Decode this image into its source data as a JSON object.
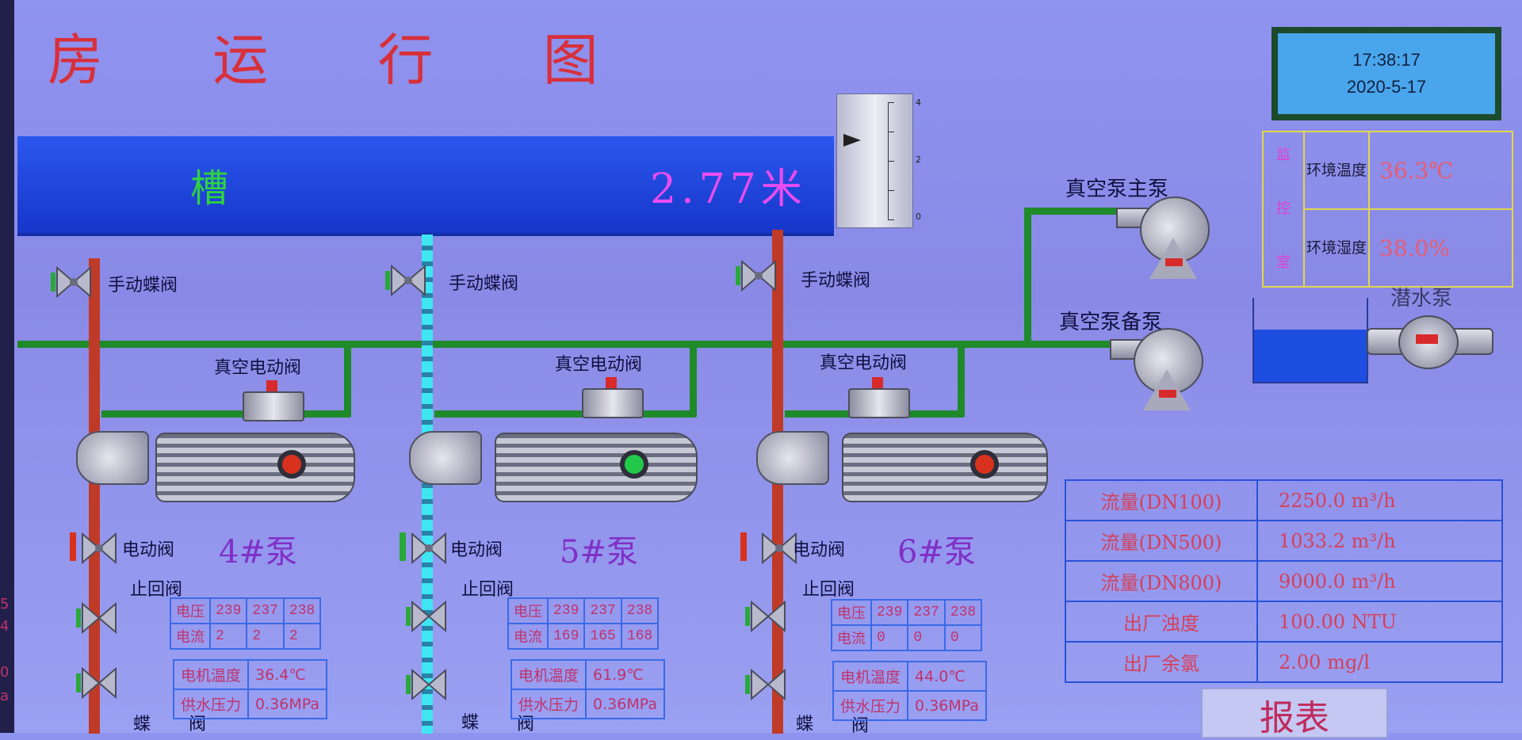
{
  "title": "房 运 行 图",
  "tank": {
    "label": "槽",
    "level": "2.77米"
  },
  "gauge": {
    "ticks": [
      "4",
      "2",
      "0"
    ]
  },
  "clock": {
    "time": "17:38:17",
    "date": "2020-5-17"
  },
  "monitor": {
    "side_chars": [
      "监",
      "控",
      "室"
    ],
    "rows": [
      {
        "name": "环境温度",
        "value": "36.3℃"
      },
      {
        "name": "环境湿度",
        "value": "38.0%"
      }
    ]
  },
  "vacuum": {
    "main_label": "真空泵主泵",
    "backup_label": "真空泵备泵"
  },
  "submersible": {
    "label": "潜水泵"
  },
  "pumps": [
    {
      "name": "4#泵",
      "manual_valve": "手动蝶阀",
      "vac_valve": "真空电动阀",
      "electric_valve": "电动阀",
      "check_valve": "止回阀",
      "butterfly_a": "蝶",
      "butterfly_b": "阀",
      "voltage_label": "电压",
      "voltage": [
        "239",
        "237",
        "238"
      ],
      "current_label": "电流",
      "current": [
        "2",
        "2",
        "2"
      ],
      "motor_temp_label": "电机温度",
      "motor_temp": "36.4℃",
      "pressure_label": "供水压力",
      "pressure": "0.36MPa",
      "status_color": "#d8321e"
    },
    {
      "name": "5#泵",
      "manual_valve": "手动蝶阀",
      "vac_valve": "真空电动阀",
      "electric_valve": "电动阀",
      "check_valve": "止回阀",
      "butterfly_a": "蝶",
      "butterfly_b": "阀",
      "voltage_label": "电压",
      "voltage": [
        "239",
        "237",
        "238"
      ],
      "current_label": "电流",
      "current": [
        "169",
        "165",
        "168"
      ],
      "motor_temp_label": "电机温度",
      "motor_temp": "61.9℃",
      "pressure_label": "供水压力",
      "pressure": "0.36MPa",
      "status_color": "#22c84a"
    },
    {
      "name": "6#泵",
      "manual_valve": "手动蝶阀",
      "vac_valve": "真空电动阀",
      "electric_valve": "电动阀",
      "check_valve": "止回阀",
      "butterfly_a": "蝶",
      "butterfly_b": "阀",
      "voltage_label": "电压",
      "voltage": [
        "239",
        "237",
        "238"
      ],
      "current_label": "电流",
      "current": [
        "0",
        "0",
        "0"
      ],
      "motor_temp_label": "电机温度",
      "motor_temp": "44.0℃",
      "pressure_label": "供水压力",
      "pressure": "0.36MPa",
      "status_color": "#d8321e"
    }
  ],
  "flow_table": [
    {
      "name": "流量(DN100)",
      "value": "2250.0 m³/h"
    },
    {
      "name": "流量(DN500)",
      "value": "1033.2 m³/h"
    },
    {
      "name": "流量(DN800)",
      "value": "9000.0 m³/h"
    },
    {
      "name": "出厂浊度",
      "value": "100.00 NTU"
    },
    {
      "name": "出厂余氯",
      "value": "2.00 mg/l"
    }
  ],
  "report_button": "报表",
  "left_edge_values": [
    "5",
    "4",
    "0",
    "a"
  ]
}
